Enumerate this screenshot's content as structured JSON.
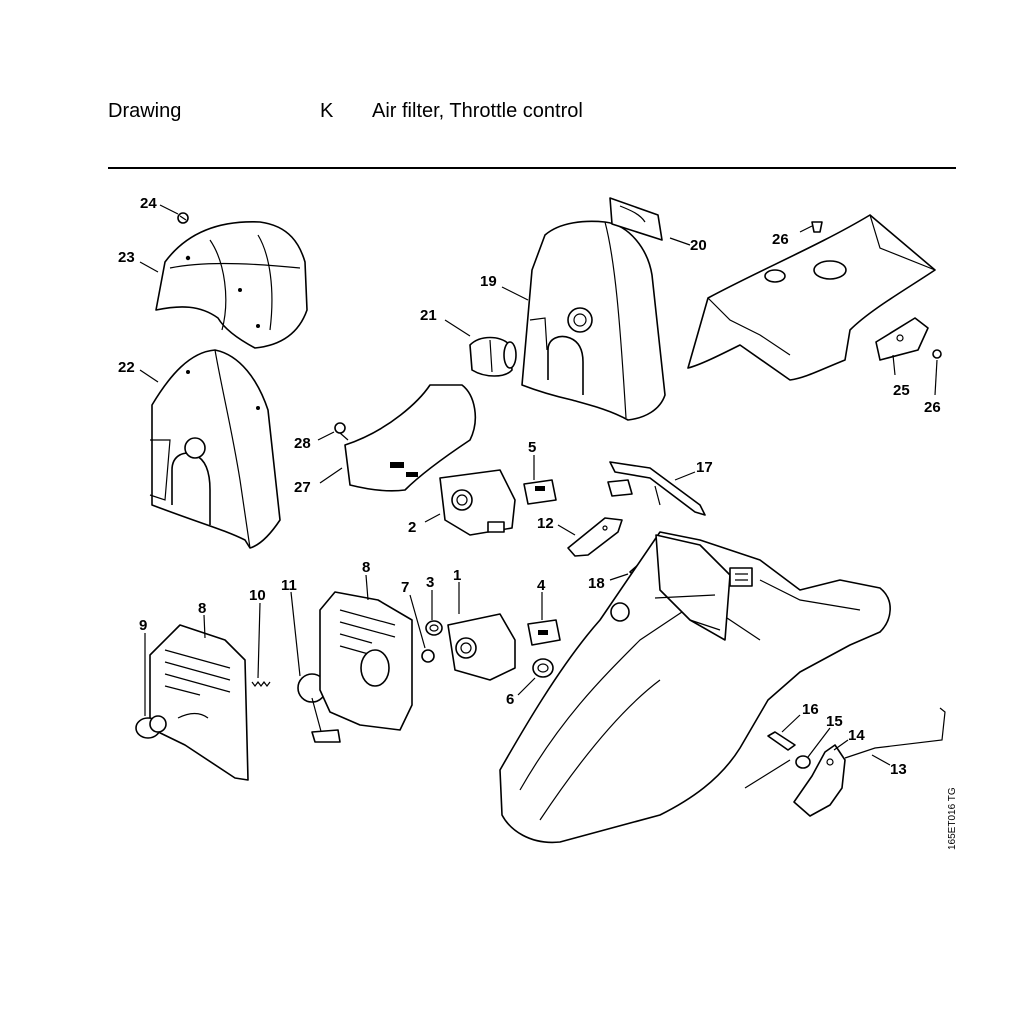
{
  "header": {
    "word": "Drawing",
    "letter": "K",
    "title": "Air filter, Throttle control"
  },
  "drawing_code": "165ET016 TG",
  "callouts": {
    "c1": "1",
    "c2": "2",
    "c3": "3",
    "c4": "4",
    "c5": "5",
    "c6": "6",
    "c7": "7",
    "c8a": "8",
    "c8b": "8",
    "c9": "9",
    "c10": "10",
    "c11": "11",
    "c12": "12",
    "c13": "13",
    "c14": "14",
    "c15": "15",
    "c16": "16",
    "c17": "17",
    "c18": "18",
    "c19": "19",
    "c20": "20",
    "c21": "21",
    "c22": "22",
    "c23": "23",
    "c24": "24",
    "c25": "25",
    "c26a": "26",
    "c26b": "26",
    "c27": "27",
    "c28": "28"
  }
}
